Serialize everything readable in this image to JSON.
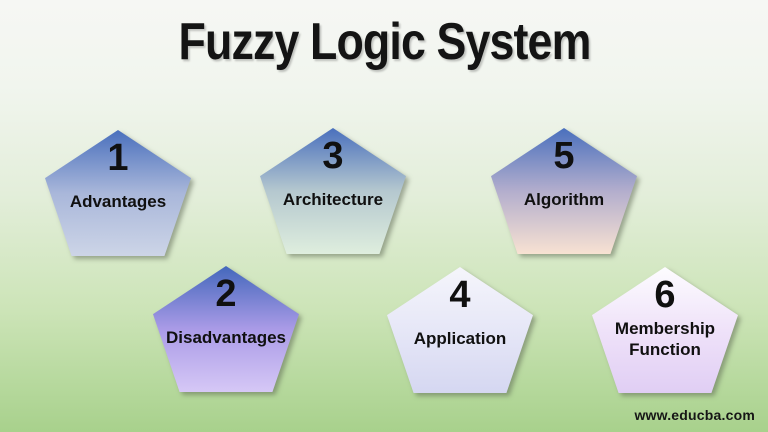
{
  "title": "Fuzzy Logic System",
  "watermark": "www.educba.com",
  "background_stops": [
    "#f6f7f4 0%",
    "#f1f5ee 20%",
    "#e3eeda 45%",
    "#cce4b7 72%",
    "#a8d18c 100%"
  ],
  "items": [
    {
      "number": "1",
      "label": "Advantages",
      "colors": [
        "#4a70bd",
        "#a9b7da",
        "#cdd5e7"
      ]
    },
    {
      "number": "2",
      "label": "Disadvantages",
      "colors": [
        "#4468bc",
        "#aa9be7",
        "#d6c8f6"
      ]
    },
    {
      "number": "3",
      "label": "Architecture",
      "colors": [
        "#4a70bd",
        "#b5c8cf",
        "#dfeede"
      ]
    },
    {
      "number": "4",
      "label": "Application",
      "colors": [
        "#f5f5fb",
        "#e6e7f7",
        "#d5d7f1"
      ]
    },
    {
      "number": "5",
      "label": "Algorithm",
      "colors": [
        "#4a70bd",
        "#b3aecd",
        "#f8e2d2"
      ]
    },
    {
      "number": "6",
      "label": "Membership Function",
      "colors": [
        "#fdfcff",
        "#efe2f9",
        "#e0cef4"
      ]
    }
  ]
}
